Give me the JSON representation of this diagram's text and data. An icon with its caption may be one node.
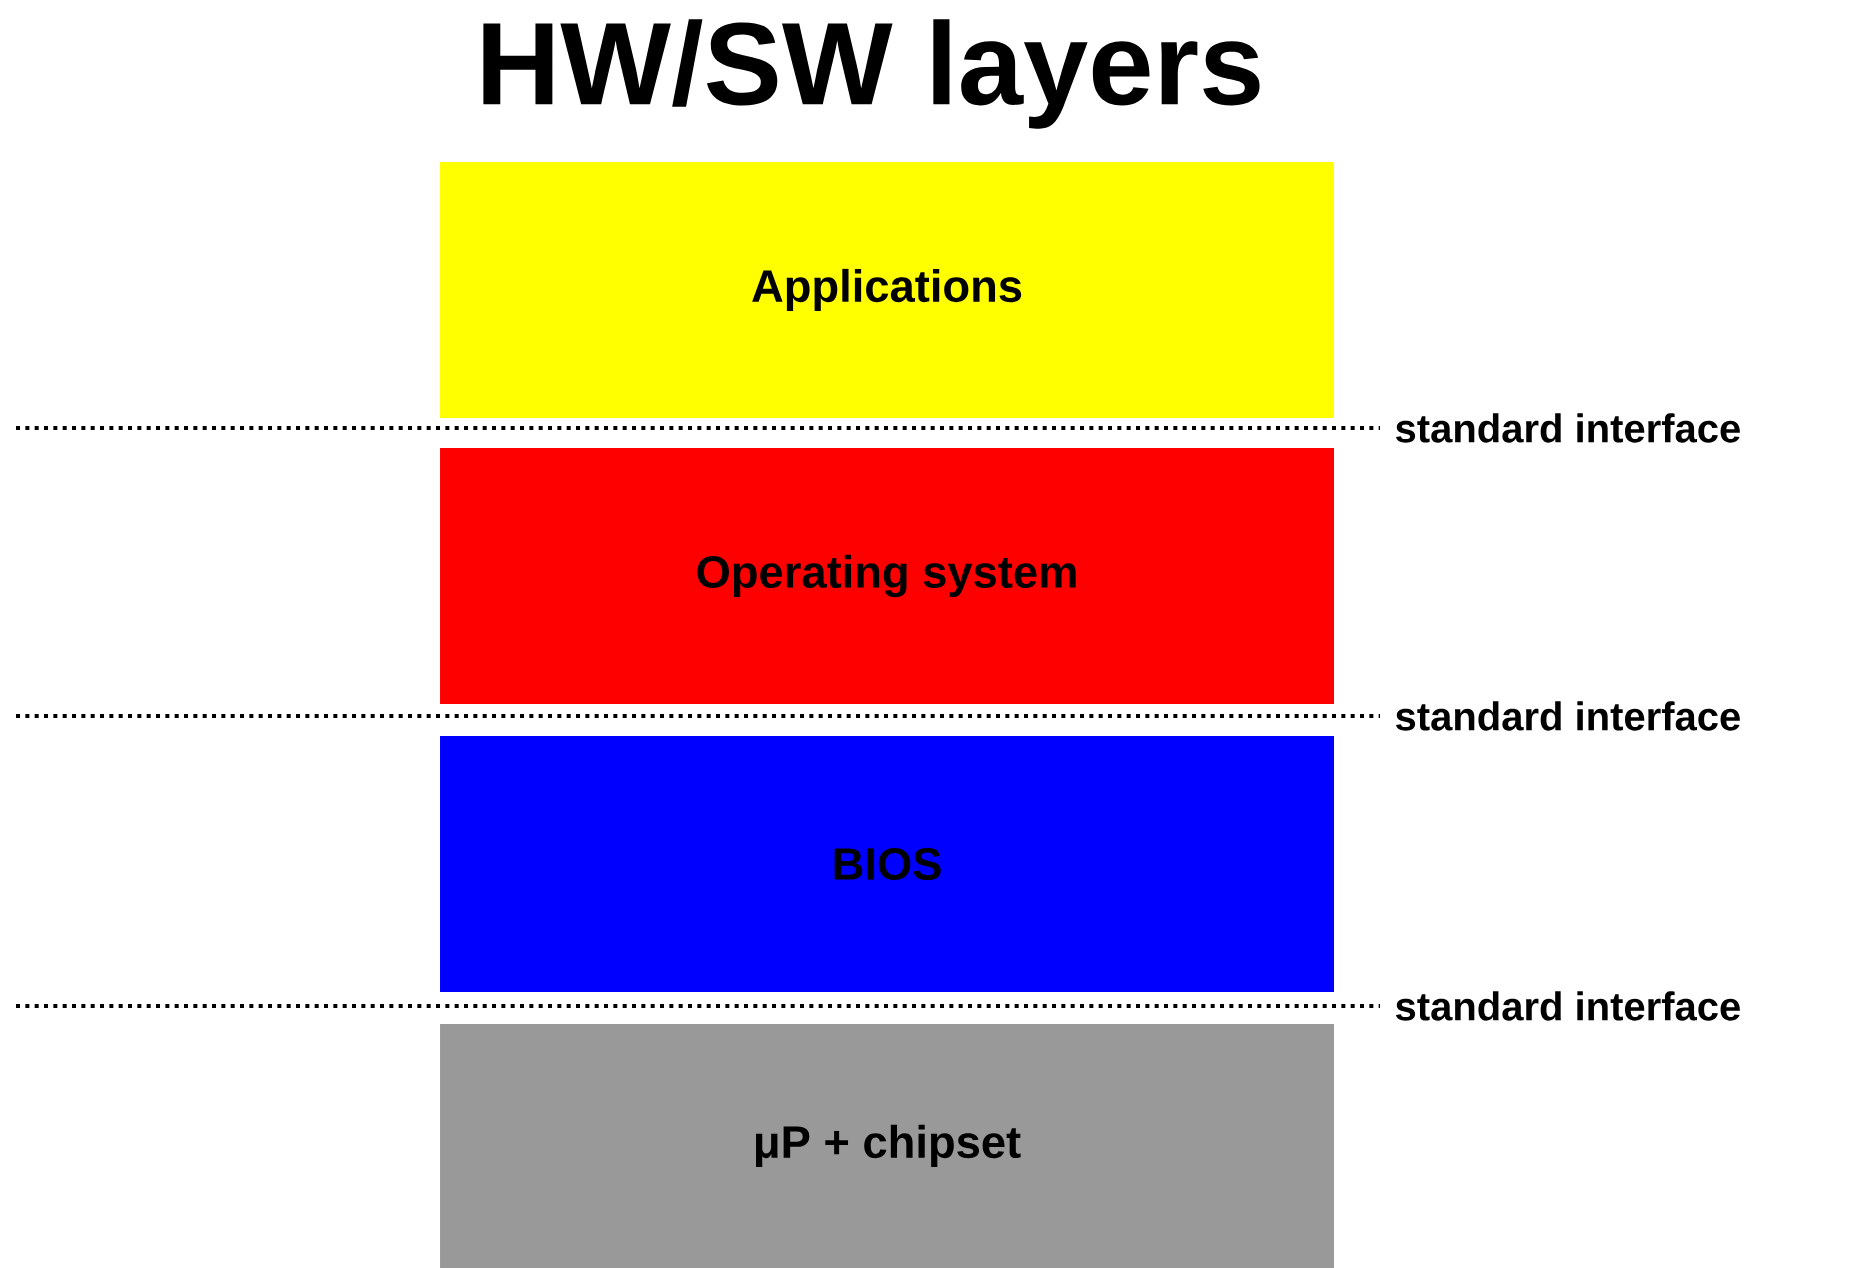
{
  "diagram": {
    "title": "HW/SW layers",
    "nodes": [
      {
        "text": [
          "Applications"
        ]
      },
      {
        "text": [
          "Operating system"
        ]
      },
      {
        "text": [
          "BIOS"
        ]
      },
      {
        "text": [
          "μP + chipset"
        ]
      }
    ],
    "edges": [],
    "labels": [
      "standard interface",
      "standard interface",
      "standard interface"
    ]
  }
}
